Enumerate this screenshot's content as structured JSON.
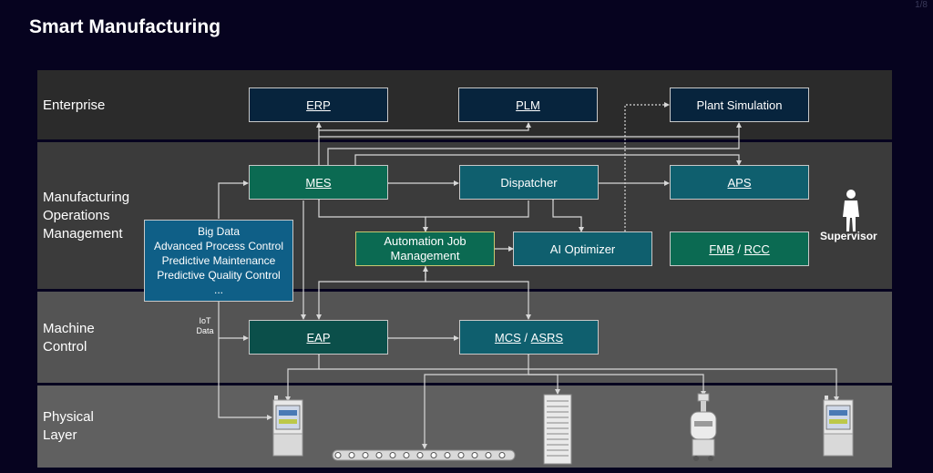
{
  "title": "Smart Manufacturing",
  "page_number": "1/8",
  "layers": {
    "enterprise": "Enterprise",
    "mom": [
      "Manufacturing",
      "Operations",
      "Management"
    ],
    "machine": [
      "Machine",
      "Control"
    ],
    "physical": [
      "Physical",
      "Layer"
    ]
  },
  "systems": {
    "erp": "ERP",
    "plm": "PLM",
    "plant_sim": "Plant Simulation",
    "mes": "MES",
    "dispatcher": "Dispatcher",
    "aps": "APS",
    "automation": [
      "Automation Job",
      "Management"
    ],
    "ai_optimizer": "AI Optimizer",
    "fmb": "FMB",
    "fmb_sep": " / ",
    "rcc": "RCC",
    "eap": "EAP",
    "mcs": "MCS",
    "mcs_sep": " / ",
    "asrs": "ASRS"
  },
  "big_data": [
    "Big Data",
    "Advanced Process Control",
    "Predictive Maintenance",
    "Predictive Quality Control",
    "..."
  ],
  "iot_label": [
    "IoT",
    "Data"
  ],
  "supervisor": "Supervisor",
  "colors": {
    "background": "#06031f",
    "band_enterprise": "#2b2b2b",
    "band_mom": "#3b3b3b",
    "band_machine": "#545454",
    "band_physical": "#606060",
    "navy_box": "#07243d",
    "green_box": "#0b6a52",
    "teal_box": "#0f5f6e",
    "blue_box": "#0f5f87"
  }
}
